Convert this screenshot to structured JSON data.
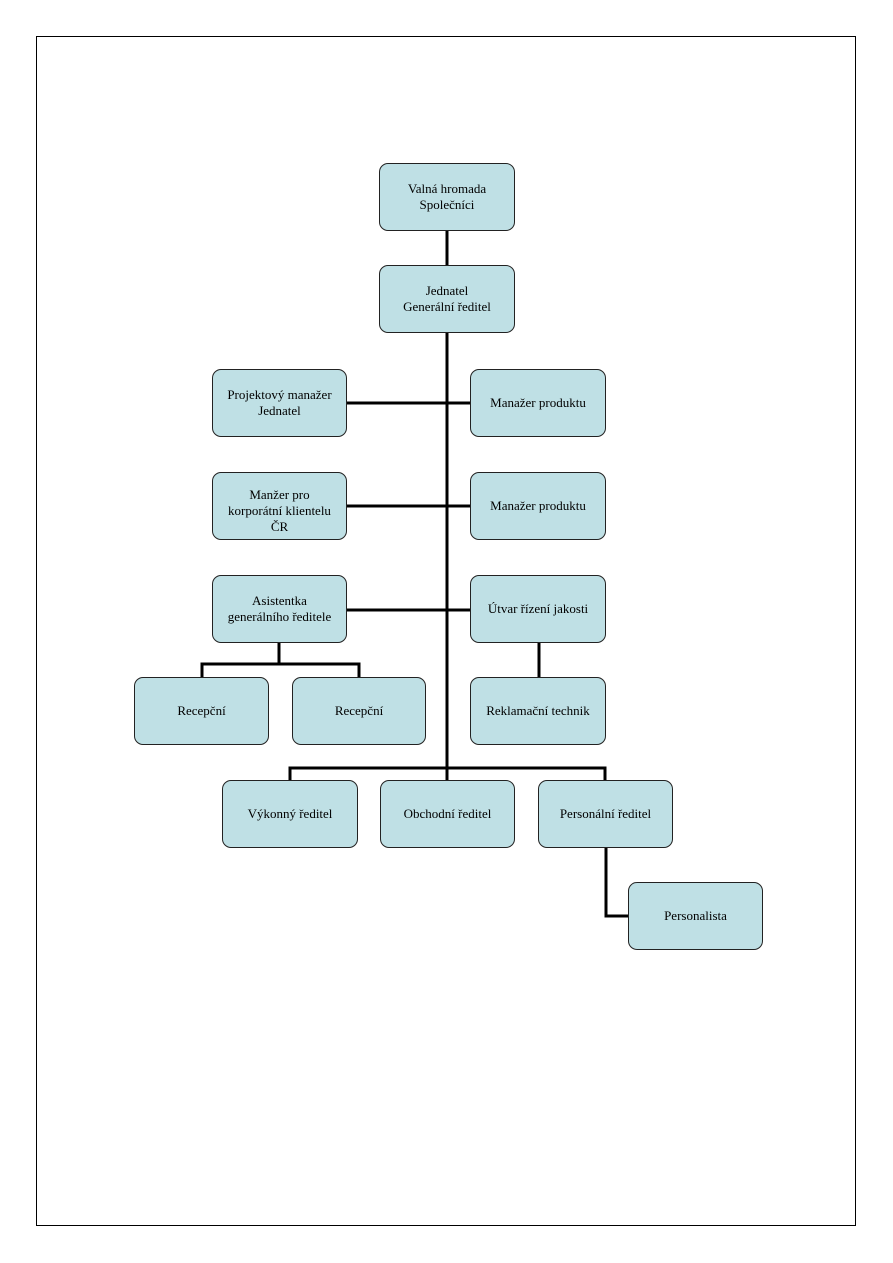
{
  "colors": {
    "node_fill": "#bfe0e5",
    "node_border": "#222222",
    "connector": "#000000"
  },
  "org_chart": {
    "valna_hromada": "Valná hromada\nSpolečníci",
    "jednatel": "Jednatel\nGenerální ředitel",
    "projektovy_manazer": "Projektový manažer\nJednatel",
    "manazer_produktu_1": "Manažer produktu",
    "manzer_korporatni": "Manžer pro\nkorporátní klientelu\nČR",
    "manazer_produktu_2": "Manažer produktu",
    "asistentka": "Asistentka\ngenerálního ředitele",
    "utvar_rizeni_jakosti": "Útvar řízení jakosti",
    "recepcni_1": "Recepční",
    "recepcni_2": "Recepční",
    "reklamacni_technik": "Reklamační technik",
    "vykonny_reditel": "Výkonný ředitel",
    "obchodni_reditel": "Obchodní ředitel",
    "personalni_reditel": "Personální ředitel",
    "personalista": "Personalista"
  }
}
